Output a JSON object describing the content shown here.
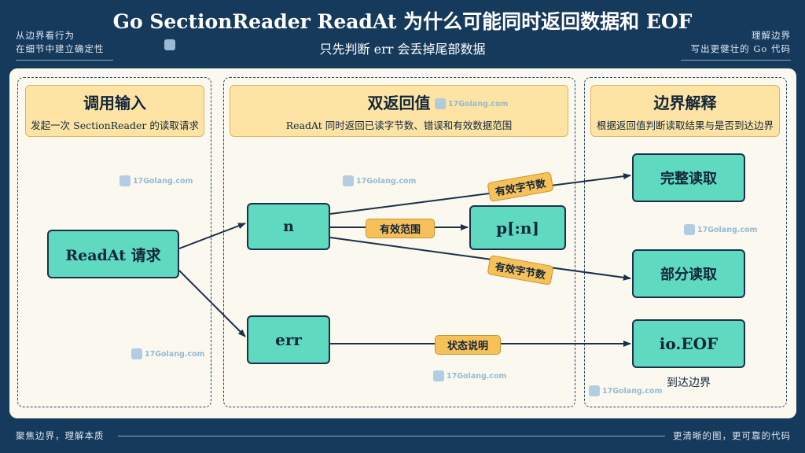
{
  "title": "Go SectionReader ReadAt 为什么可能同时返回数据和 EOF",
  "subtitle": "只先判断 err 会丢掉尾部数据",
  "corner_left": [
    "从边界看行为",
    "在细节中建立确定性"
  ],
  "corner_right": [
    "理解边界",
    "写出更健壮的 Go 代码"
  ],
  "footer_left": "聚焦边界，理解本质",
  "footer_right": "更清晰的图，更可靠的代码",
  "watermark": "17Golang.com",
  "panels": [
    {
      "title": "调用输入",
      "desc": "发起一次 SectionReader 的读取请求"
    },
    {
      "title": "双返回值",
      "desc": "ReadAt 同时返回已读字节数、错误和有效数据范围"
    },
    {
      "title": "边界解释",
      "desc": "根据返回值判断读取结果与是否到达边界"
    }
  ],
  "nodes": {
    "readat": "ReadAt 请求",
    "n": "n",
    "err": "err",
    "pn": "p[:n]",
    "full": "完整读取",
    "partial": "部分读取",
    "eof": "io.EOF"
  },
  "eof_caption": "到达边界",
  "edges": {
    "upper": "有效字节数",
    "range": "有效范围",
    "lower": "有效字节数",
    "status": "状态说明"
  },
  "colors": {
    "background": "#163a5c",
    "canvas": "#fbf8ef",
    "node": "#5fd9c0",
    "header": "#fde4a5",
    "badge": "#f7c15a",
    "line": "#1c3147"
  }
}
